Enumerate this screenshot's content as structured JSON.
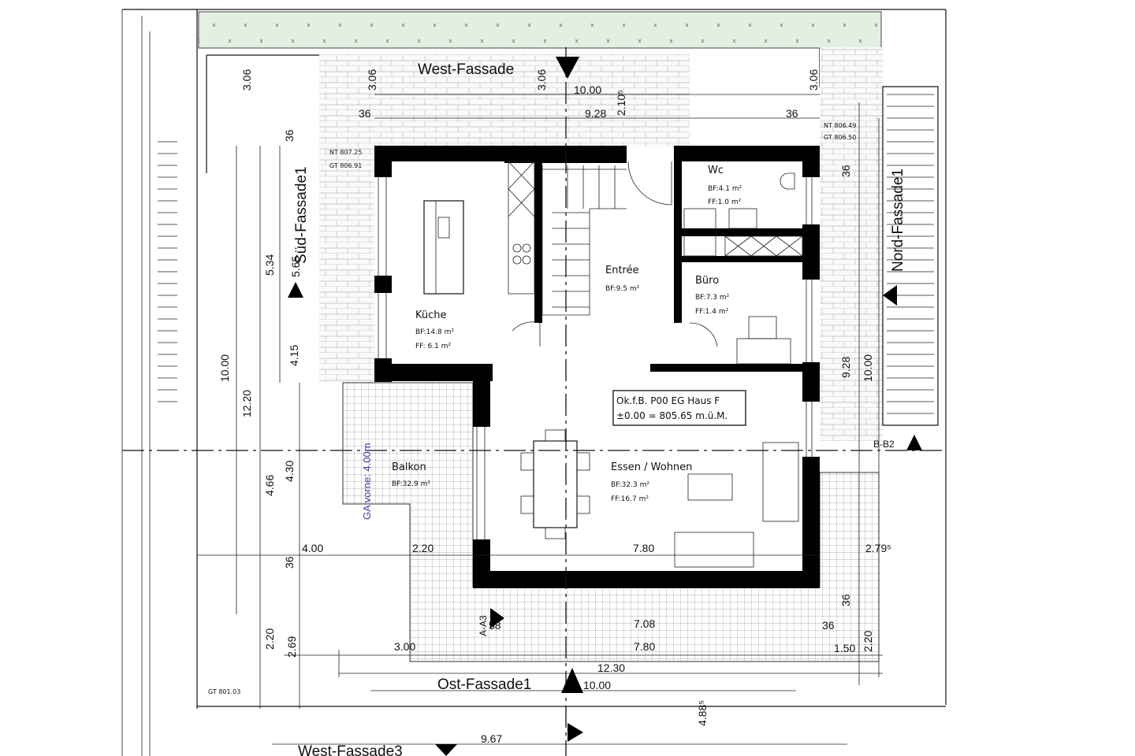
{
  "facades": {
    "west_top": "West-Fassade",
    "sued": "Süd-Fassade1",
    "nord": "Nord-Fassade1",
    "ost": "Ost-Fassade1",
    "west_bottom": "West-Fassade3"
  },
  "rooms": {
    "kueche": {
      "name": "Küche",
      "bf": "BF:14.8 m²",
      "ff": "FF:  6.1 m²"
    },
    "entree": {
      "name": "Entrée",
      "bf": "BF:9.5 m²"
    },
    "wc": {
      "name": "Wc",
      "bf": "BF:4.1 m²",
      "ff": "FF:1.0 m²"
    },
    "buero": {
      "name": "Büro",
      "bf": "BF:7.3 m²",
      "ff": "FF:1.4 m²"
    },
    "balkon": {
      "name": "Balkon",
      "bf": "BF:32.9 m²"
    },
    "essen": {
      "name": "Essen / Wohnen",
      "bf": "BF:32.3 m²",
      "ff": "FF:16.7 m²"
    }
  },
  "level_box": {
    "line1": "Ok.f.B. P00 EG Haus F",
    "line2": "±0.00 = 805.65 m.ü.M."
  },
  "levels": {
    "nt_sw": "NT 807.25",
    "gt_sw": "GT 806.91",
    "nt_ne": "NT 806.49",
    "gt_ne": "GT 806.50",
    "gt_bottom": "GT 801.03"
  },
  "annotations": {
    "ga": "GA vorne: 4.00m",
    "section_b": "B-B2",
    "section_a": "A-A3"
  },
  "dimensions": {
    "top_306a": "3.06",
    "top_306b": "3.06",
    "top_306c": "3.06",
    "top_306d": "3.06",
    "top_1000": "10.00",
    "top_928": "9.28",
    "top_210": "2.10⁵",
    "top_36a": "36",
    "top_36b": "36",
    "left_36": "36",
    "right_36a": "36",
    "left_534": "5.34",
    "left_1000": "10.00",
    "left_1220": "12.20",
    "left_415": "4.15",
    "left_565": "5.65",
    "left_466": "4.66",
    "left_430": "4.30",
    "left_36b": "36",
    "left_220": "2.20",
    "left_269": "2.69",
    "h_400": "4.00",
    "h_220": "2.20",
    "h_780a": "7.80",
    "h_2795": "2.79⁵",
    "right_928": "9.28",
    "right_1000": "10.00",
    "right_36b": "36",
    "right_220": "2.20",
    "h_708": "7.08",
    "h_36": "36",
    "h_300": "3.00",
    "h_780b": "7.80",
    "h_150": "1.50",
    "h_1230": "12.30",
    "h_1000": "10.00",
    "v_4885": "4.88⁵",
    "h_967": "9.67",
    "h_58": "58",
    "h_36c": "36"
  },
  "colors": {
    "hedge": "#e4efe4",
    "annotation_blue": "#3b3bb0",
    "wall": "#000000"
  }
}
